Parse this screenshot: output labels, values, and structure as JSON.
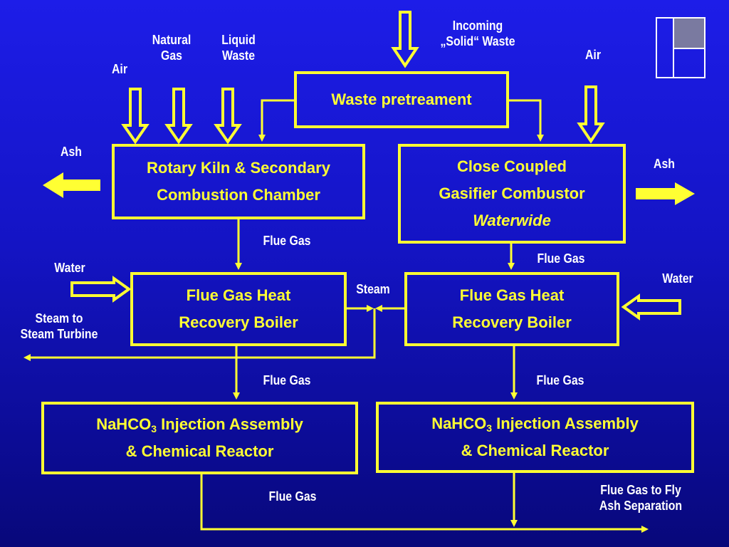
{
  "colors": {
    "background": "#1414c4",
    "box_border": "#ffff33",
    "box_text": "#ffff33",
    "label_text": "#ffffff",
    "logo_fill": "#7a7aa0"
  },
  "boxes": {
    "pretreat": {
      "lines": [
        "Waste pretreament"
      ]
    },
    "kiln": {
      "lines": [
        "Rotary Kiln & Secondary",
        "Combustion Chamber"
      ]
    },
    "gasifier": {
      "lines": [
        "Close Coupled",
        "Gasifier Combustor",
        "Waterwide"
      ]
    },
    "boiler_left": {
      "lines": [
        "Flue Gas Heat",
        "Recovery Boiler"
      ]
    },
    "boiler_right": {
      "lines": [
        "Flue Gas Heat",
        "Recovery Boiler"
      ]
    },
    "reactor_left": {
      "line1_pre": "NaHCO",
      "line1_sub": "3",
      "line1_post": " Injection Assembly",
      "line2": "& Chemical Reactor"
    },
    "reactor_right": {
      "line1_pre": "NaHCO",
      "line1_sub": "3",
      "line1_post": " Injection Assembly",
      "line2": "& Chemical Reactor"
    }
  },
  "labels": {
    "incoming_solid_waste": [
      "Incoming",
      "„Solid“ Waste"
    ],
    "air_left": [
      "Air"
    ],
    "natural_gas": [
      "Natural",
      "Gas"
    ],
    "liquid_waste": [
      "Liquid",
      "Waste"
    ],
    "air_right": [
      "Air"
    ],
    "ash_left": [
      "Ash"
    ],
    "ash_right": [
      "Ash"
    ],
    "flue_gas_kiln": [
      "Flue Gas"
    ],
    "flue_gas_gasifier": [
      "Flue Gas"
    ],
    "water_left": [
      "Water"
    ],
    "water_right": [
      "Water"
    ],
    "steam": [
      "Steam"
    ],
    "steam_to_turbine": [
      "Steam to",
      "Steam Turbine"
    ],
    "flue_gas_boiler_left": [
      "Flue Gas"
    ],
    "flue_gas_boiler_right": [
      "Flue Gas"
    ],
    "flue_gas_bottom": [
      "Flue Gas"
    ],
    "flue_gas_to_fly_ash": [
      "Flue Gas to Fly",
      "Ash Separation"
    ]
  }
}
